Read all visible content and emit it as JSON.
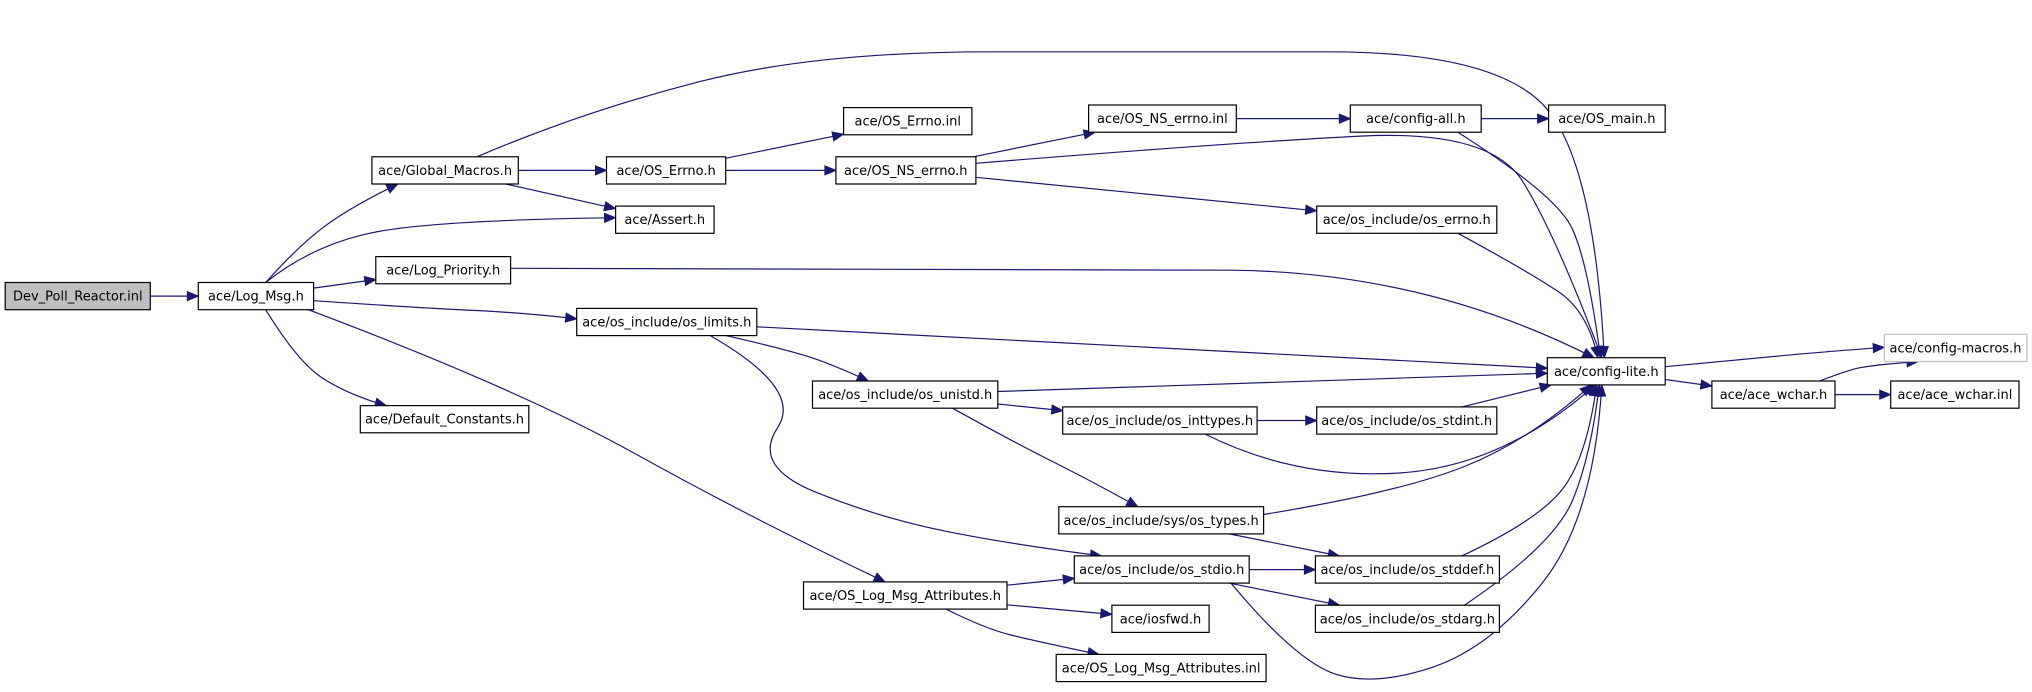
{
  "nodes": [
    {
      "id": "dev_poll_reactor_inl",
      "label": "Dev_Poll_Reactor.inl",
      "style": "root"
    },
    {
      "id": "log_msg_h",
      "label": "ace/Log_Msg.h"
    },
    {
      "id": "global_macros_h",
      "label": "ace/Global_Macros.h"
    },
    {
      "id": "assert_h",
      "label": "ace/Assert.h"
    },
    {
      "id": "log_priority_h",
      "label": "ace/Log_Priority.h"
    },
    {
      "id": "default_constants_h",
      "label": "ace/Default_Constants.h"
    },
    {
      "id": "os_errno_h",
      "label": "ace/OS_Errno.h"
    },
    {
      "id": "os_errno_inl",
      "label": "ace/OS_Errno.inl"
    },
    {
      "id": "os_ns_errno_h",
      "label": "ace/OS_NS_errno.h"
    },
    {
      "id": "os_ns_errno_inl",
      "label": "ace/OS_NS_errno.inl"
    },
    {
      "id": "config_all_h",
      "label": "ace/config-all.h"
    },
    {
      "id": "os_main_h",
      "label": "ace/OS_main.h"
    },
    {
      "id": "os_include_os_errno_h",
      "label": "ace/os_include/os_errno.h"
    },
    {
      "id": "os_include_os_limits_h",
      "label": "ace/os_include/os_limits.h"
    },
    {
      "id": "config_lite_h",
      "label": "ace/config-lite.h"
    },
    {
      "id": "config_macros_h",
      "label": "ace/config-macros.h",
      "style": "ext"
    },
    {
      "id": "ace_wchar_h",
      "label": "ace/ace_wchar.h"
    },
    {
      "id": "ace_wchar_inl",
      "label": "ace/ace_wchar.inl"
    },
    {
      "id": "os_include_os_unistd_h",
      "label": "ace/os_include/os_unistd.h"
    },
    {
      "id": "os_include_os_inttypes_h",
      "label": "ace/os_include/os_inttypes.h"
    },
    {
      "id": "os_include_os_stdint_h",
      "label": "ace/os_include/os_stdint.h"
    },
    {
      "id": "os_include_sys_os_types_h",
      "label": "ace/os_include/sys/os_types.h"
    },
    {
      "id": "os_include_os_stdio_h",
      "label": "ace/os_include/os_stdio.h"
    },
    {
      "id": "os_include_os_stddef_h",
      "label": "ace/os_include/os_stddef.h"
    },
    {
      "id": "os_include_os_stdarg_h",
      "label": "ace/os_include/os_stdarg.h"
    },
    {
      "id": "os_log_msg_attributes_h",
      "label": "ace/OS_Log_Msg_Attributes.h"
    },
    {
      "id": "iosfwd_h",
      "label": "ace/iosfwd.h"
    },
    {
      "id": "os_log_msg_attributes_inl",
      "label": "ace/OS_Log_Msg_Attributes.inl"
    }
  ],
  "edges": [
    [
      "dev_poll_reactor_inl",
      "log_msg_h"
    ],
    [
      "log_msg_h",
      "global_macros_h"
    ],
    [
      "log_msg_h",
      "assert_h"
    ],
    [
      "log_msg_h",
      "log_priority_h"
    ],
    [
      "log_msg_h",
      "os_include_os_limits_h"
    ],
    [
      "log_msg_h",
      "default_constants_h"
    ],
    [
      "log_msg_h",
      "os_log_msg_attributes_h"
    ],
    [
      "global_macros_h",
      "os_errno_h"
    ],
    [
      "global_macros_h",
      "assert_h"
    ],
    [
      "global_macros_h",
      "config_lite_h"
    ],
    [
      "os_errno_h",
      "os_errno_inl"
    ],
    [
      "os_errno_h",
      "os_ns_errno_h"
    ],
    [
      "os_ns_errno_h",
      "os_ns_errno_inl"
    ],
    [
      "os_ns_errno_h",
      "config_lite_h"
    ],
    [
      "os_ns_errno_h",
      "os_include_os_errno_h"
    ],
    [
      "os_ns_errno_inl",
      "config_all_h"
    ],
    [
      "config_all_h",
      "os_main_h"
    ],
    [
      "config_all_h",
      "config_lite_h"
    ],
    [
      "os_include_os_errno_h",
      "config_lite_h"
    ],
    [
      "log_priority_h",
      "config_lite_h"
    ],
    [
      "os_include_os_limits_h",
      "config_lite_h"
    ],
    [
      "os_include_os_limits_h",
      "os_include_os_unistd_h"
    ],
    [
      "os_include_os_limits_h",
      "os_include_os_stdio_h"
    ],
    [
      "os_include_os_unistd_h",
      "config_lite_h"
    ],
    [
      "os_include_os_unistd_h",
      "os_include_os_inttypes_h"
    ],
    [
      "os_include_os_unistd_h",
      "os_include_sys_os_types_h"
    ],
    [
      "os_include_os_inttypes_h",
      "os_include_os_stdint_h"
    ],
    [
      "os_include_os_inttypes_h",
      "config_lite_h"
    ],
    [
      "os_include_os_stdint_h",
      "config_lite_h"
    ],
    [
      "os_include_sys_os_types_h",
      "config_lite_h"
    ],
    [
      "os_include_sys_os_types_h",
      "os_include_os_stddef_h"
    ],
    [
      "os_include_os_stdio_h",
      "os_include_os_stddef_h"
    ],
    [
      "os_include_os_stdio_h",
      "os_include_os_stdarg_h"
    ],
    [
      "os_include_os_stdio_h",
      "config_lite_h"
    ],
    [
      "os_include_os_stddef_h",
      "config_lite_h"
    ],
    [
      "os_include_os_stdarg_h",
      "config_lite_h"
    ],
    [
      "os_log_msg_attributes_h",
      "os_include_os_stdio_h"
    ],
    [
      "os_log_msg_attributes_h",
      "iosfwd_h"
    ],
    [
      "os_log_msg_attributes_h",
      "os_log_msg_attributes_inl"
    ],
    [
      "config_lite_h",
      "config_macros_h"
    ],
    [
      "config_lite_h",
      "ace_wchar_h"
    ],
    [
      "ace_wchar_h",
      "config_macros_h"
    ],
    [
      "ace_wchar_h",
      "ace_wchar_inl"
    ]
  ]
}
